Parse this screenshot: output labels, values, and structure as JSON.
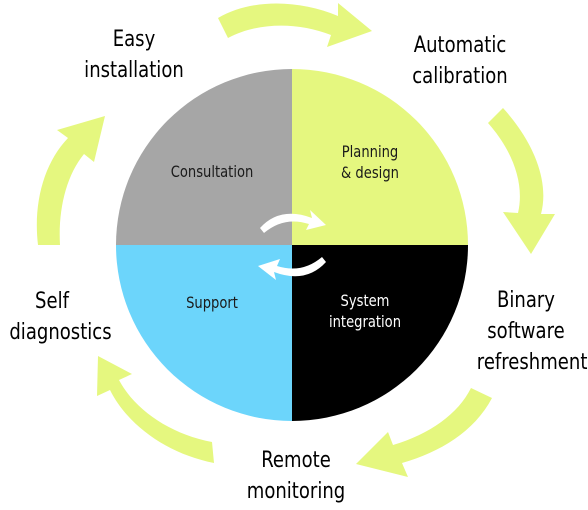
{
  "colors": {
    "arrow": "#e5f77f",
    "consultation": "#a6a6a6",
    "planning": "#e5f77f",
    "support": "#6cd5fb",
    "integration": "#000000",
    "center_arrows": "#ffffff"
  },
  "steps": [
    {
      "lines": [
        "Easy",
        "installation"
      ]
    },
    {
      "lines": [
        "Automatic",
        "calibration"
      ]
    },
    {
      "lines": [
        "Binary",
        "software",
        "refreshment"
      ]
    },
    {
      "lines": [
        "Remote",
        "monitoring"
      ]
    },
    {
      "lines": [
        "Self",
        "diagnostics"
      ]
    }
  ],
  "quadrants": {
    "consultation": {
      "lines": [
        "Consultation"
      ]
    },
    "planning": {
      "lines": [
        "Planning",
        "& design"
      ]
    },
    "support": {
      "lines": [
        "Support"
      ]
    },
    "integration": {
      "lines": [
        "System",
        "integration"
      ]
    }
  },
  "icons": {
    "cycle_arrows": "curved-arrow-icon",
    "center_arrows": "circular-arrows-icon"
  }
}
